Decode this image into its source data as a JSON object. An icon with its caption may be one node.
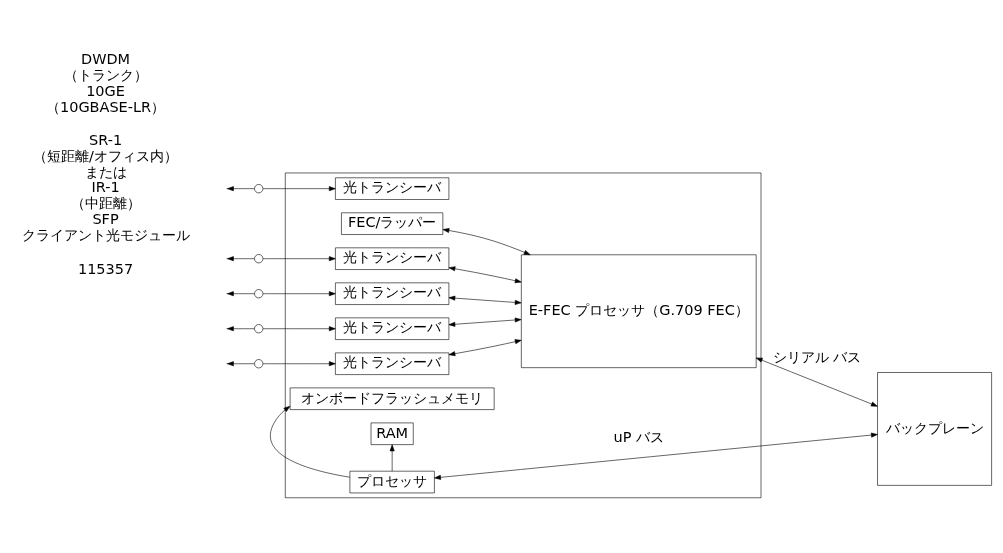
{
  "diagram": {
    "nodes": [
      {
        "text": [],
        "shape": "box"
      },
      {
        "text": [
          "光トランシーバ"
        ],
        "in": 0
      },
      {
        "text": [
          "FEC/ラッパー"
        ],
        "in": 0
      },
      {
        "text": [
          "E-FEC プロセッサ（G.709 FEC）"
        ],
        "in": 0
      },
      {
        "text": [
          "光トランシーバ"
        ],
        "in": 0
      },
      {
        "text": [
          "光トランシーバ"
        ],
        "in": 0
      },
      {
        "text": [
          "光トランシーバ"
        ],
        "in": 0
      },
      {
        "text": [
          "光トランシーバ"
        ],
        "in": 0
      },
      {
        "text": [
          "オンボードフラッシュメモリ"
        ],
        "in": 0
      },
      {
        "text": [
          "RAM"
        ],
        "in": 0
      },
      {
        "text": [
          "プロセッサ"
        ],
        "in": 0
      },
      {
        "text": [
          "バックプレーン"
        ]
      },
      {
        "text": [],
        "shape": "circle"
      },
      {
        "text": [],
        "shape": "circle"
      },
      {
        "text": [],
        "shape": "circle"
      },
      {
        "text": [],
        "shape": "circle"
      },
      {
        "text": [],
        "shape": "circle"
      }
    ],
    "edges": [
      {
        "from": 12,
        "to": null,
        "arrow": "to"
      },
      {
        "from": 12,
        "to": 1,
        "arrow": "to"
      },
      {
        "from": 13,
        "to": null,
        "arrow": "to"
      },
      {
        "from": 13,
        "to": 4,
        "arrow": "to"
      },
      {
        "from": 14,
        "to": null,
        "arrow": "to"
      },
      {
        "from": 14,
        "to": 5,
        "arrow": "to"
      },
      {
        "from": 15,
        "to": null,
        "arrow": "to"
      },
      {
        "from": 15,
        "to": 6,
        "arrow": "to"
      },
      {
        "from": 16,
        "to": null,
        "arrow": "to"
      },
      {
        "from": 16,
        "to": 7,
        "arrow": "to"
      },
      {
        "from": 2,
        "to": 3,
        "arrow": "both"
      },
      {
        "from": 4,
        "to": 3,
        "arrow": "both"
      },
      {
        "from": 5,
        "to": 3,
        "arrow": "both"
      },
      {
        "from": 6,
        "to": 3,
        "arrow": "both"
      },
      {
        "from": 7,
        "to": 3,
        "arrow": "both"
      },
      {
        "from": 3,
        "to": 11,
        "arrow": "both",
        "label": "シリアル バス"
      },
      {
        "from": 10,
        "to": 11,
        "arrow": "both",
        "label": "uP バス"
      },
      {
        "from": 10,
        "to": 8,
        "arrow": "to"
      },
      {
        "from": 10,
        "to": 9,
        "arrow": "to"
      }
    ],
    "labels": [
      "DWDM（トランク）10GE（10GBASE-LR）",
      "SR-1（短距離/オフィス内）または IR-1（中距離）SFP クライアント光モジュール",
      "115357"
    ]
  }
}
